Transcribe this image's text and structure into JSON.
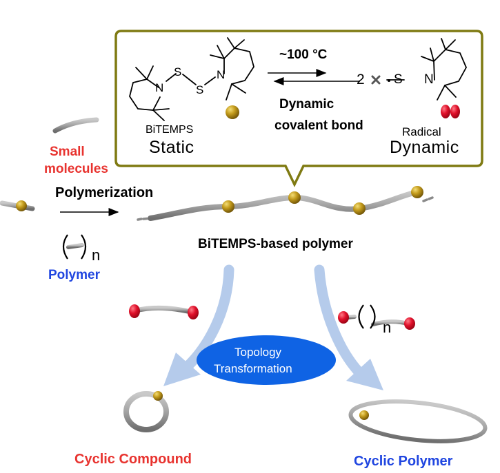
{
  "callout": {
    "temperature": "~100 °C",
    "bond_label_line1": "Dynamic",
    "bond_label_line2": "covalent bond",
    "left_name": "BiTEMPS",
    "left_state": "Static",
    "right_name": "Radical",
    "right_state": "Dynamic",
    "right_formula_prefix": "2",
    "atoms": {
      "nitrogen": "N",
      "sulfur": "S"
    }
  },
  "left": {
    "small_molecules_line1": "Small",
    "small_molecules_line2": "molecules",
    "polymerization": "Polymerization",
    "polymer_subscript": "n",
    "polymer_label": "Polymer"
  },
  "center": {
    "polymer_label": "BiTEMPS-based polymer",
    "topology_line1": "Topology",
    "topology_line2": "Transformation"
  },
  "bottom": {
    "cyclic_compound": "Cyclic Compound",
    "cyclic_polymer": "Cyclic Polymer",
    "capped_subscript": "n"
  },
  "colors": {
    "red_text": "#e8332f",
    "blue_text": "#1f45e0",
    "callout_border": "#7f7a12",
    "gold": "#b98e14",
    "red_cap": "#d9112a",
    "arrow_blue": "#b5cbeb",
    "ellipse_blue": "#0f63e4"
  }
}
